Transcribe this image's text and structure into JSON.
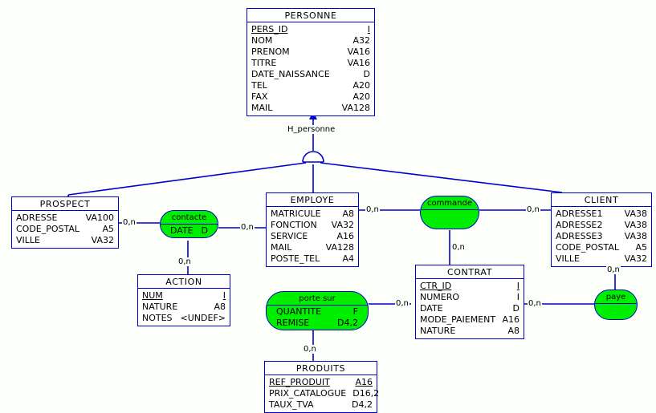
{
  "diagram": {
    "type": "entity-relationship-model",
    "background_color": "#fcfffa",
    "line_color": "#0000cc",
    "entity_fill": "#ffffff",
    "relation_fill": "#00ee00",
    "inheritance_label": "H_personne"
  },
  "entities": [
    {
      "id": "personne",
      "title": "PERSONNE",
      "attributes": [
        {
          "name": "PERS_ID",
          "type": "I",
          "key": true
        },
        {
          "name": "NOM",
          "type": "A32",
          "key": false
        },
        {
          "name": "PRENOM",
          "type": "VA16",
          "key": false
        },
        {
          "name": "TITRE",
          "type": "VA16",
          "key": false
        },
        {
          "name": "DATE_NAISSANCE",
          "type": "D",
          "key": false
        },
        {
          "name": "TEL",
          "type": "A20",
          "key": false
        },
        {
          "name": "FAX",
          "type": "A20",
          "key": false
        },
        {
          "name": "MAIL",
          "type": "VA128",
          "key": false
        }
      ]
    },
    {
      "id": "prospect",
      "title": "PROSPECT",
      "attributes": [
        {
          "name": "ADRESSE",
          "type": "VA100",
          "key": false
        },
        {
          "name": "CODE_POSTAL",
          "type": "A5",
          "key": false
        },
        {
          "name": "VILLE",
          "type": "VA32",
          "key": false
        }
      ]
    },
    {
      "id": "action",
      "title": "ACTION",
      "attributes": [
        {
          "name": "NUM",
          "type": "I",
          "key": true
        },
        {
          "name": "NATURE",
          "type": "A8",
          "key": false
        },
        {
          "name": "NOTES",
          "type": "<UNDEF>",
          "key": false
        }
      ]
    },
    {
      "id": "employe",
      "title": "EMPLOYE",
      "attributes": [
        {
          "name": "MATRICULE",
          "type": "A8",
          "key": false
        },
        {
          "name": "FONCTION",
          "type": "VA32",
          "key": false
        },
        {
          "name": "SERVICE",
          "type": "A16",
          "key": false
        },
        {
          "name": "MAIL",
          "type": "VA128",
          "key": false
        },
        {
          "name": "POSTE_TEL",
          "type": "A4",
          "key": false
        }
      ]
    },
    {
      "id": "client",
      "title": "CLIENT",
      "attributes": [
        {
          "name": "ADRESSE1",
          "type": "VA38",
          "key": false
        },
        {
          "name": "ADRESSE2",
          "type": "VA38",
          "key": false
        },
        {
          "name": "ADRESSE3",
          "type": "VA38",
          "key": false
        },
        {
          "name": "CODE_POSTAL",
          "type": "A5",
          "key": false
        },
        {
          "name": "VILLE",
          "type": "VA32",
          "key": false
        }
      ]
    },
    {
      "id": "contrat",
      "title": "CONTRAT",
      "attributes": [
        {
          "name": "CTR_ID",
          "type": "I",
          "key": true
        },
        {
          "name": "NUMERO",
          "type": "I",
          "key": false
        },
        {
          "name": "DATE",
          "type": "D",
          "key": false
        },
        {
          "name": "MODE_PAIEMENT",
          "type": "A16",
          "key": false
        },
        {
          "name": "NATURE",
          "type": "A8",
          "key": false
        }
      ]
    },
    {
      "id": "produits",
      "title": "PRODUITS",
      "attributes": [
        {
          "name": "REF_PRODUIT",
          "type": "A16",
          "key": true
        },
        {
          "name": "PRIX_CATALOGUE",
          "type": "D16,2",
          "key": false
        },
        {
          "name": "TAUX_TVA",
          "type": "D4,2",
          "key": false
        }
      ]
    }
  ],
  "relations": [
    {
      "id": "contacte",
      "title": "contacte",
      "attributes": [
        {
          "name": "DATE",
          "type": "D",
          "key": false
        }
      ]
    },
    {
      "id": "commande",
      "title": "commande",
      "attributes": []
    },
    {
      "id": "porte_sur",
      "title": "porte sur",
      "attributes": [
        {
          "name": "QUANTITE",
          "type": "F",
          "key": false
        },
        {
          "name": "REMISE",
          "type": "D4,2",
          "key": false
        }
      ]
    },
    {
      "id": "paye",
      "title": "paye",
      "attributes": []
    }
  ],
  "cardinalities": [
    {
      "id": "prospect-contacte",
      "label": "0,n"
    },
    {
      "id": "contacte-employe",
      "label": "0,n"
    },
    {
      "id": "contacte-action",
      "label": "0,n"
    },
    {
      "id": "employe-commande",
      "label": "0,n"
    },
    {
      "id": "commande-client",
      "label": "0,n"
    },
    {
      "id": "commande-contrat",
      "label": "0,n"
    },
    {
      "id": "contrat-porte-sur",
      "label": "0,n"
    },
    {
      "id": "contrat-paye",
      "label": "0,n"
    },
    {
      "id": "client-paye",
      "label": "0,n"
    },
    {
      "id": "porte-sur-produits",
      "label": "0,n"
    }
  ]
}
